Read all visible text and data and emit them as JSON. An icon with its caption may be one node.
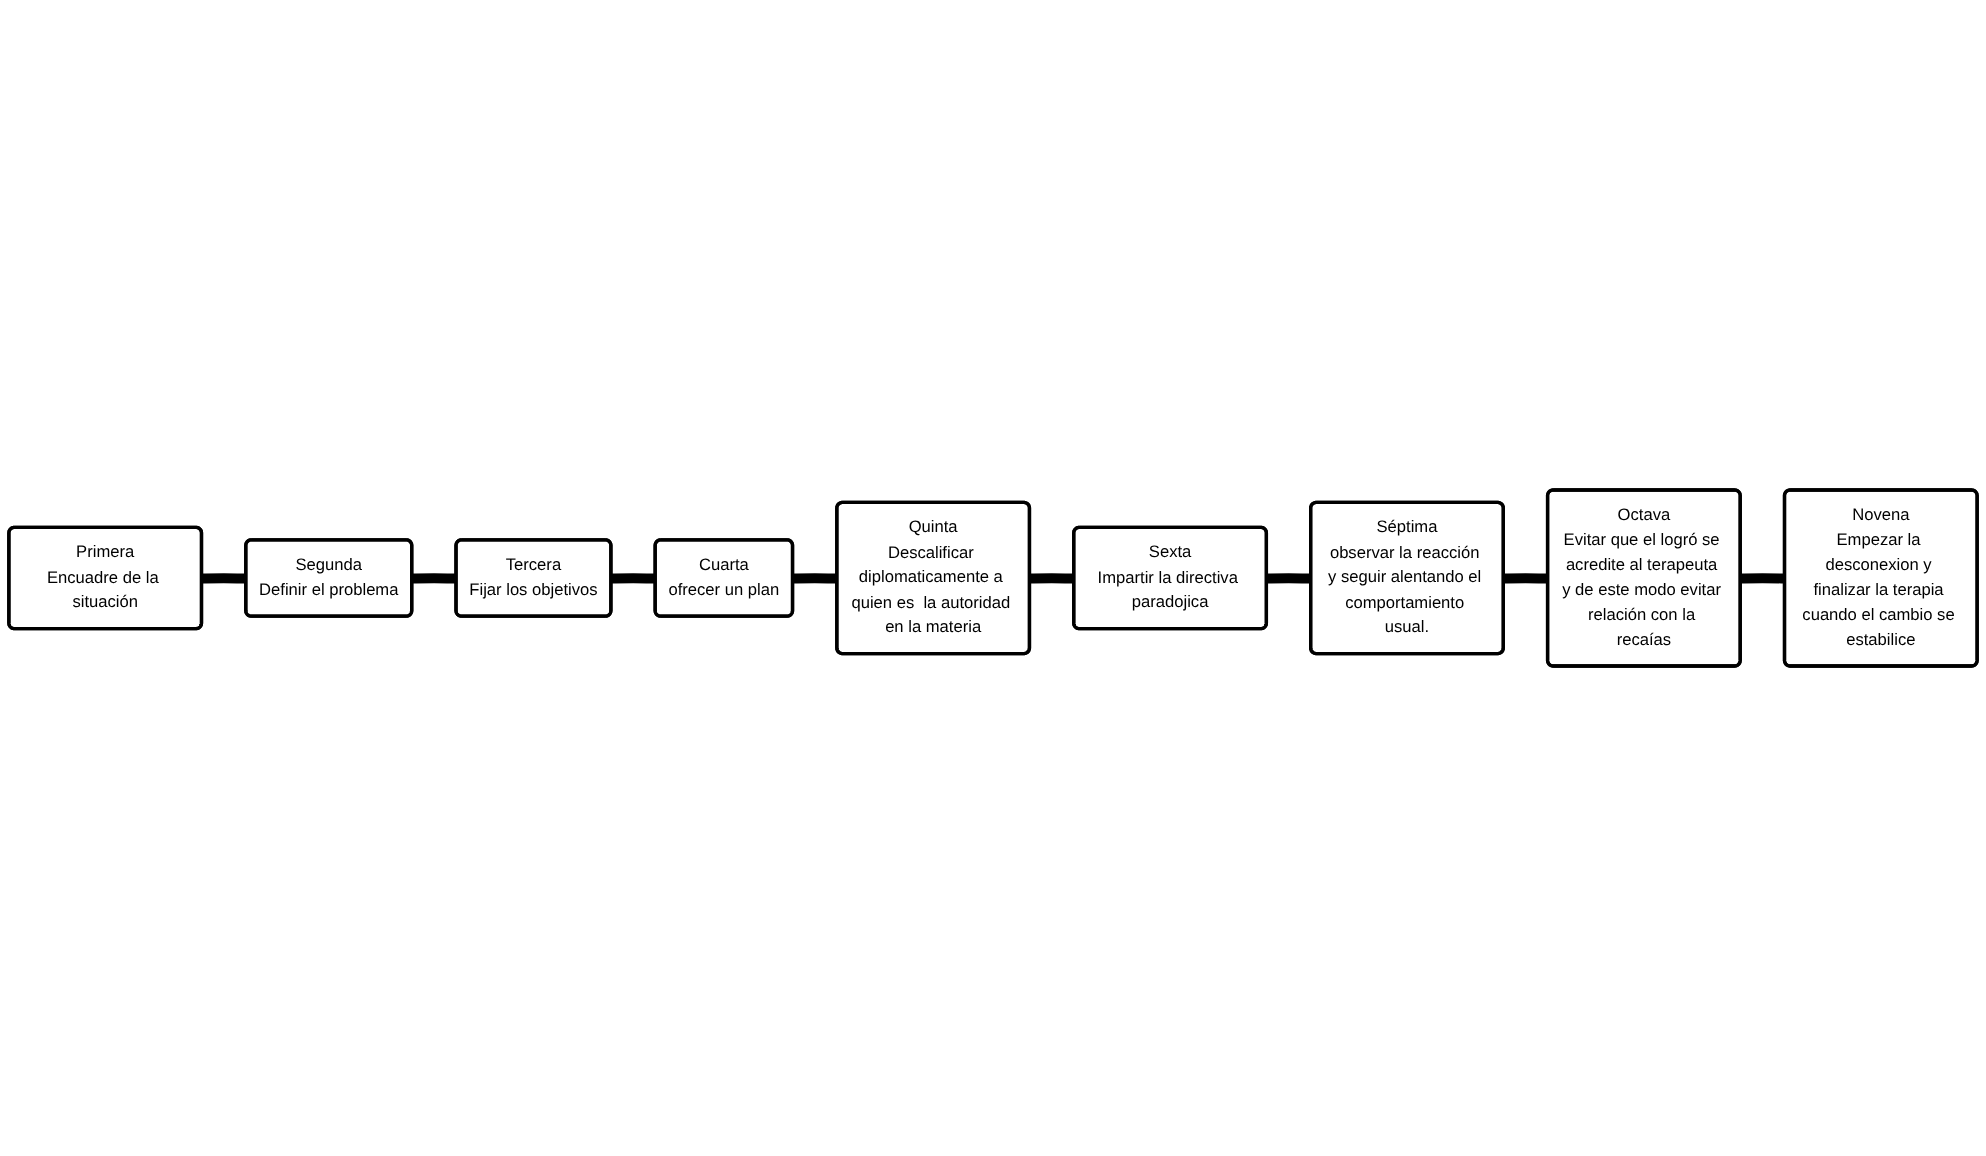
{
  "diagram": {
    "nodes": [
      {
        "text": [
          "Primera",
          "Encuadre de la situación"
        ]
      },
      {
        "text": [
          "Segunda",
          "Definir  el problema"
        ]
      },
      {
        "text": [
          "Tercera",
          "Fijar los objetivos"
        ]
      },
      {
        "text": [
          "Cuarta",
          "ofrecer un plan"
        ]
      },
      {
        "text": [
          "Quinta",
          "Descalificar diplomaticamente a quien es  la autoridad en la materia"
        ]
      },
      {
        "text": [
          "Sexta",
          "Impartir la directiva paradojica"
        ]
      },
      {
        "text": [
          "Séptima",
          "observar la reacción y seguir alentando el comportamiento usual."
        ]
      },
      {
        "text": [
          "Octava",
          "Evitar que el logró se acredite al terapeuta y de este modo evitar relación con la recaías"
        ]
      },
      {
        "text": [
          "Novena",
          "Empezar la desconexion y finalizar la terapia cuando el cambio se estabilice"
        ]
      }
    ],
    "edges": [
      {
        "from": 0,
        "to": 1,
        "arrow": "none"
      },
      {
        "from": 1,
        "to": 2,
        "arrow": "none"
      },
      {
        "from": 2,
        "to": 3,
        "arrow": "none"
      },
      {
        "from": 3,
        "to": 4,
        "arrow": "none"
      },
      {
        "from": 4,
        "to": 5,
        "arrow": "none"
      },
      {
        "from": 5,
        "to": 6,
        "arrow": "none"
      },
      {
        "from": 6,
        "to": 7,
        "arrow": "none"
      },
      {
        "from": 7,
        "to": 8,
        "arrow": "none"
      }
    ]
  }
}
